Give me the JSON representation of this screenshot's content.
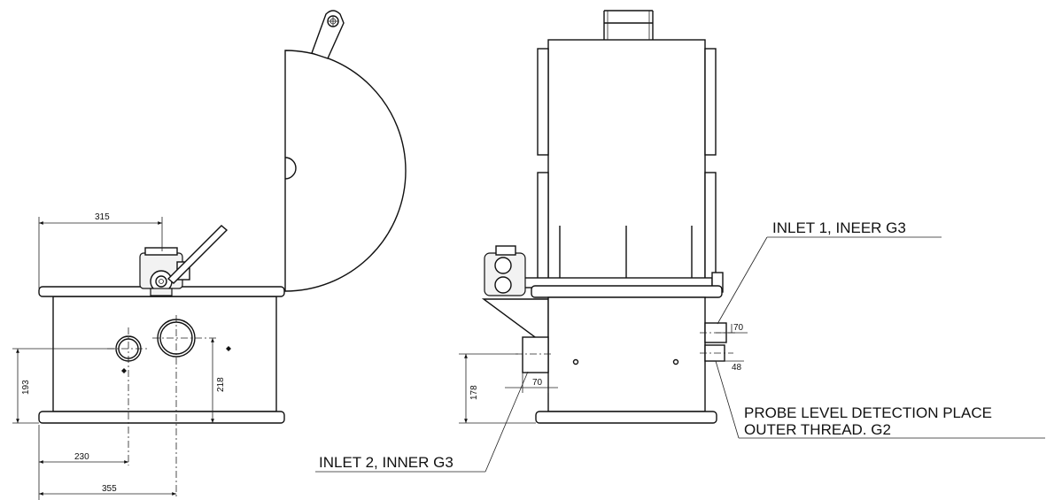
{
  "dimensions": {
    "d315": "315",
    "d193": "193",
    "d218": "218",
    "d230": "230",
    "d355": "355",
    "d178": "178",
    "d70a": "70",
    "d70b": "70",
    "d48": "48"
  },
  "callouts": {
    "inlet1": "INLET 1, INEER G3",
    "inlet2": "INLET 2, INNER G3",
    "probe_line1": "PROBE LEVEL DETECTION PLACE",
    "probe_line2": "OUTER THREAD. G2"
  }
}
